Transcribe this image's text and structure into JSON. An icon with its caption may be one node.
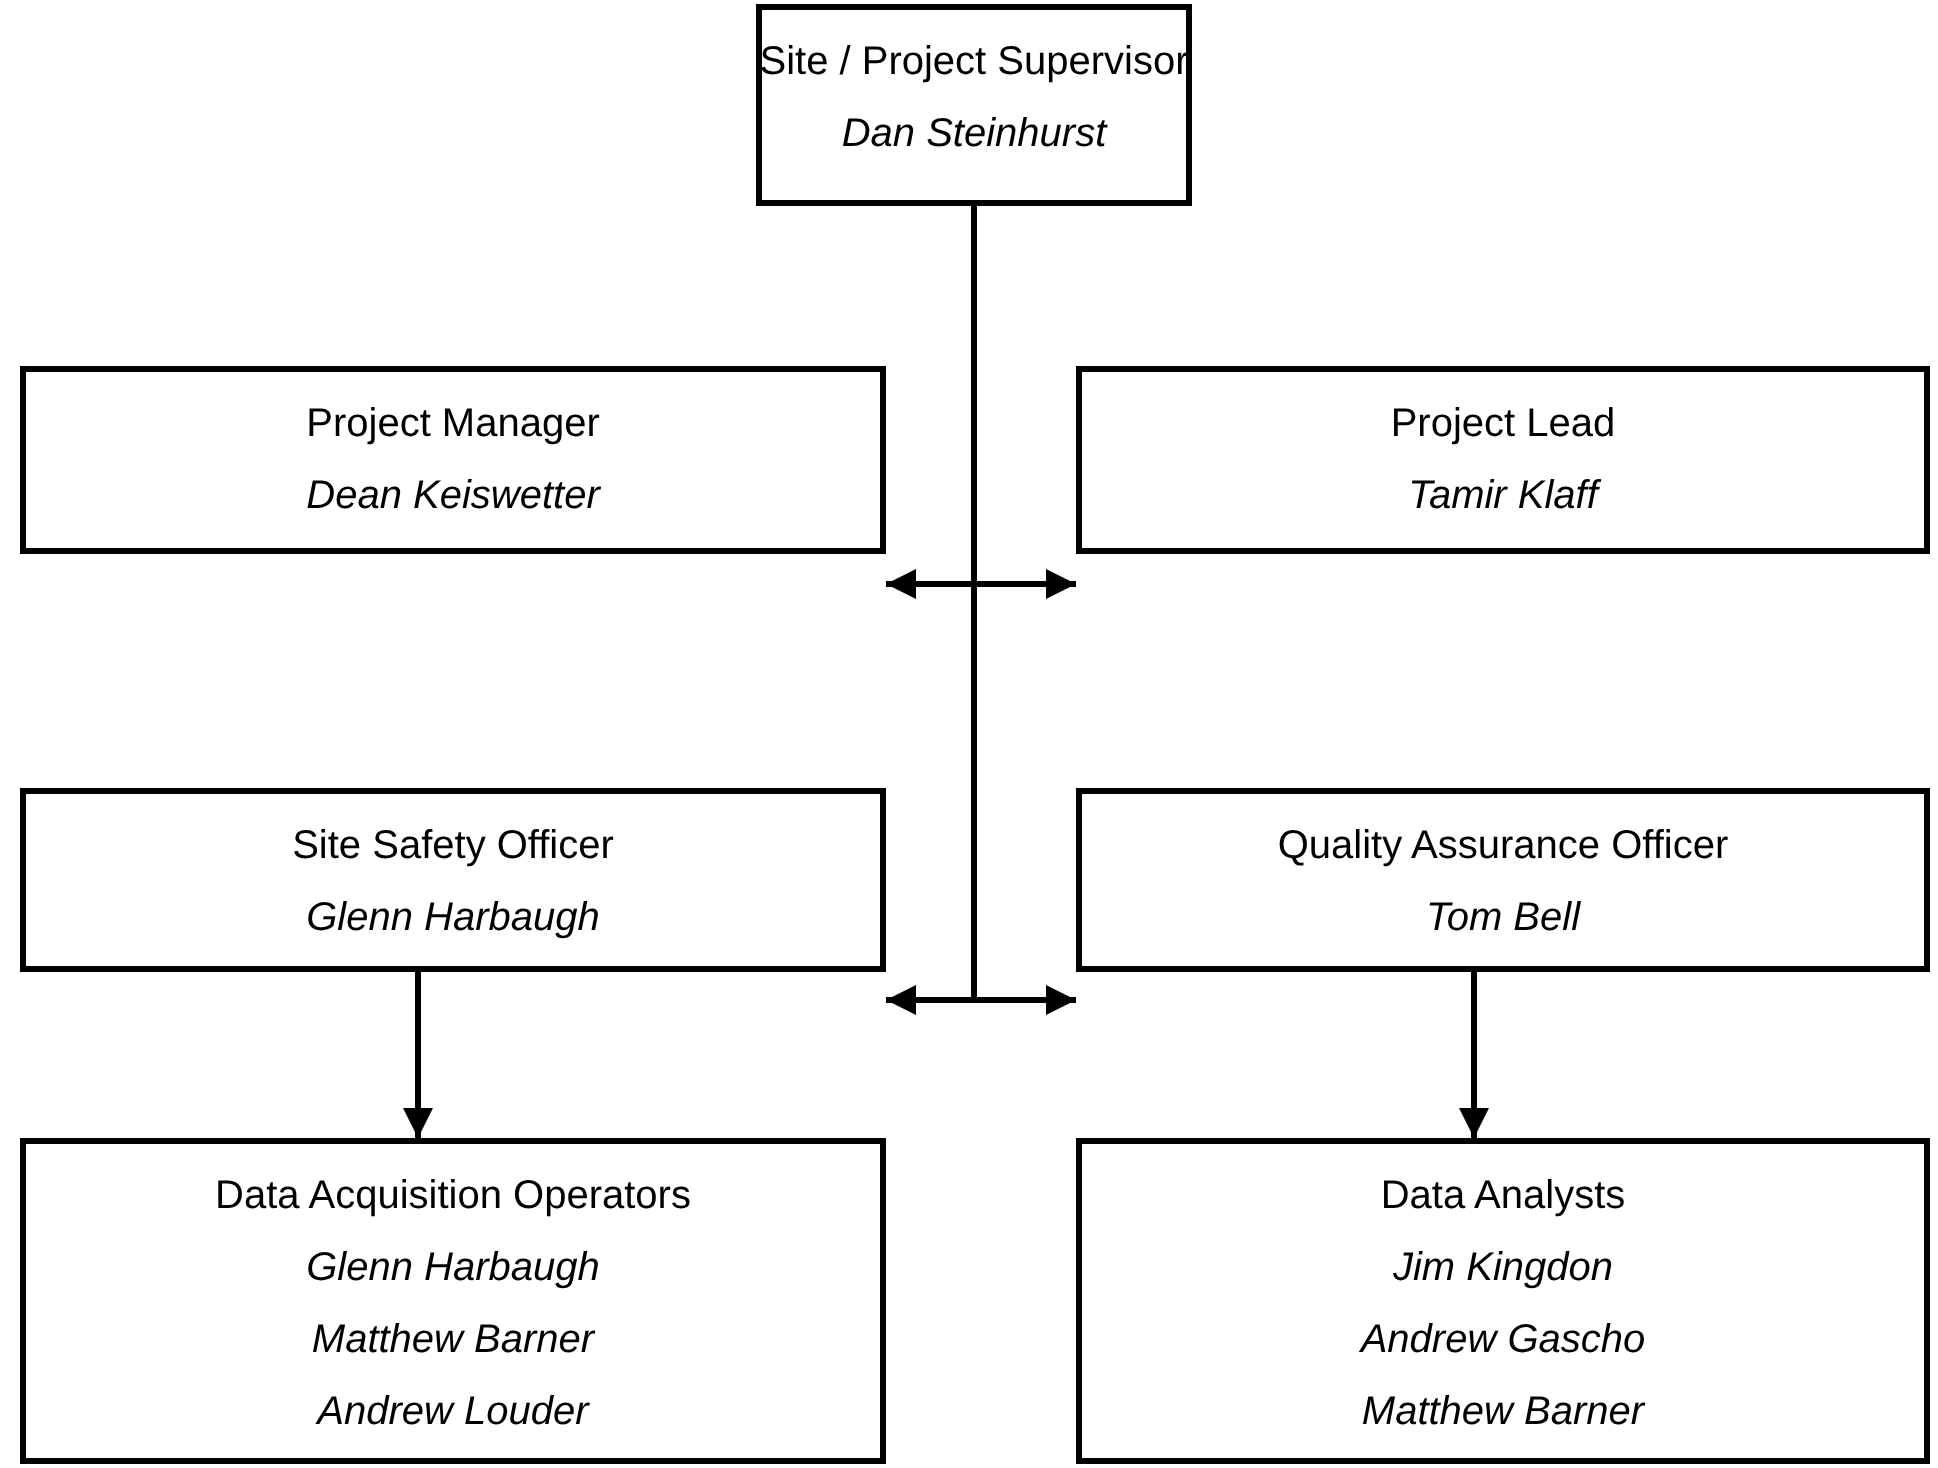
{
  "diagram": {
    "nodes": [
      {
        "text": [
          "Site / Project Supervisor",
          "Dan Steinhurst"
        ]
      },
      {
        "text": [
          "Project Manager",
          "Dean Keiswetter"
        ]
      },
      {
        "text": [
          "Project Lead",
          "Tamir Klaff"
        ]
      },
      {
        "text": [
          "Site Safety Officer",
          "Glenn Harbaugh"
        ]
      },
      {
        "text": [
          "Quality Assurance Officer",
          "Tom Bell"
        ]
      },
      {
        "text": [
          "Data Acquisition Operators",
          "Glenn Harbaugh",
          "Matthew Barner",
          "Andrew Louder"
        ]
      },
      {
        "text": [
          "Data Analysts",
          "Jim Kingdon",
          "Andrew Gascho",
          "Matthew Barner"
        ]
      }
    ],
    "edges": [
      {
        "from": 0,
        "to": 1,
        "arrow": "to"
      },
      {
        "from": 0,
        "to": 2,
        "arrow": "to"
      },
      {
        "from": 0,
        "to": 3,
        "arrow": "to"
      },
      {
        "from": 0,
        "to": 4,
        "arrow": "to"
      },
      {
        "from": 3,
        "to": 5,
        "arrow": "to"
      },
      {
        "from": 4,
        "to": 6,
        "arrow": "to"
      }
    ]
  }
}
